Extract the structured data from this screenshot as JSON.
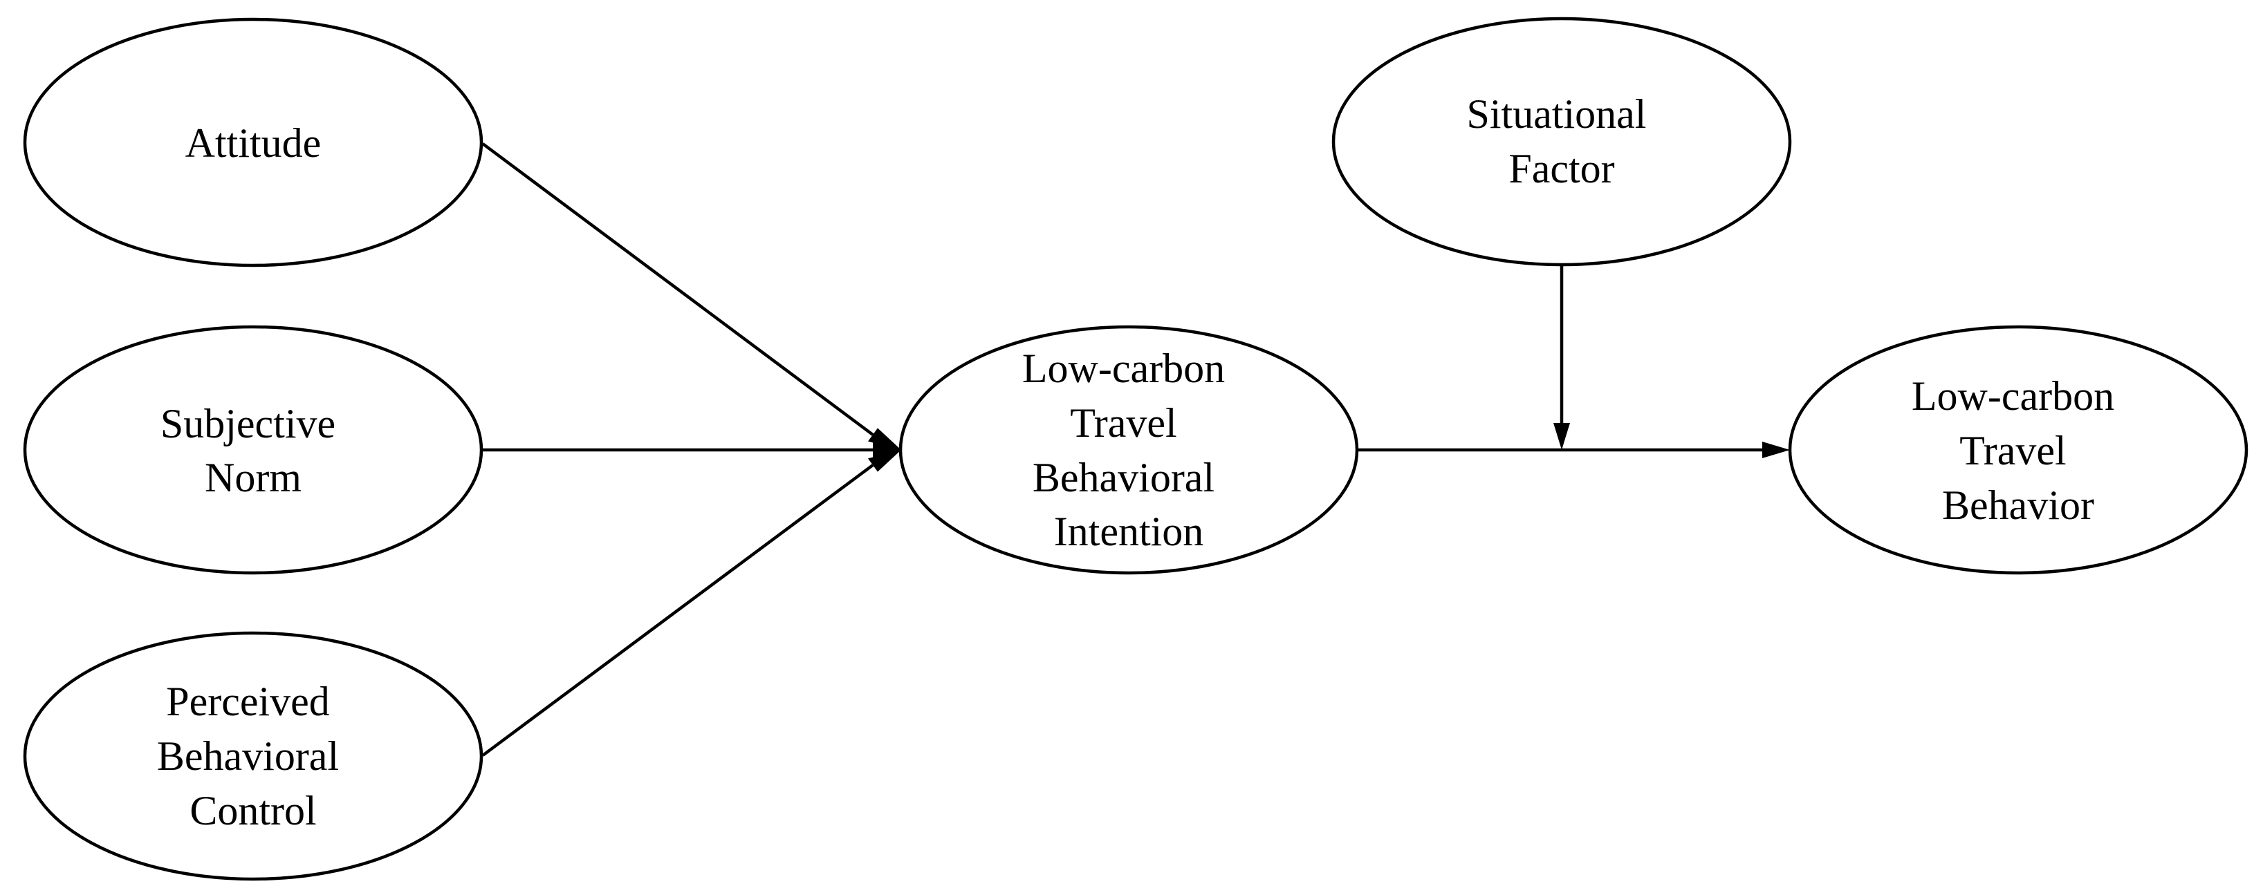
{
  "nodes": [
    {
      "id": "attitude",
      "lines": [
        "Attitude"
      ]
    },
    {
      "id": "subjective-norm",
      "lines": [
        "Subjective",
        "Norm"
      ]
    },
    {
      "id": "perceived-behavioral-control",
      "lines": [
        "Perceived",
        "Behavioral",
        "Control"
      ]
    },
    {
      "id": "intention",
      "lines": [
        "Low-carbon",
        "Travel",
        "Behavioral",
        "Intention"
      ]
    },
    {
      "id": "situational-factor",
      "lines": [
        "Situational",
        "Factor"
      ]
    },
    {
      "id": "behavior",
      "lines": [
        "Low-carbon",
        "Travel",
        "Behavior"
      ]
    }
  ],
  "edges": [
    {
      "from": "attitude",
      "to": "intention"
    },
    {
      "from": "subjective-norm",
      "to": "intention"
    },
    {
      "from": "perceived-behavioral-control",
      "to": "intention"
    },
    {
      "from": "intention",
      "to": "behavior"
    },
    {
      "from": "situational-factor",
      "to": "intention-behavior-path",
      "type": "moderation"
    }
  ],
  "colors": {
    "stroke": "#000000",
    "fill": "#ffffff",
    "text": "#000000"
  }
}
